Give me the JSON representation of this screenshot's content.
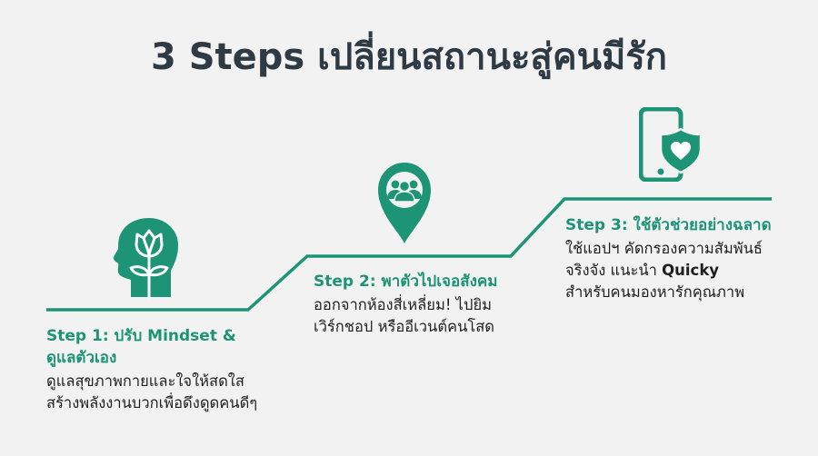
{
  "title": "3 Steps เปลี่ยนสถานะสู่คนมีรัก",
  "colors": {
    "accent": "#1e9477",
    "title": "#2e3a44",
    "text": "#1e1e1e",
    "background": "#f2f2f2"
  },
  "steps": [
    {
      "icon": "head-with-flower-icon",
      "title_line1": "Step 1: ปรับ Mindset &",
      "title_line2": "ดูแลตัวเอง",
      "desc_line1": "ดูแลสุขภาพกายและใจให้สดใส",
      "desc_line2": "สร้างพลังงานบวกเพื่อดึงดูดคนดีๆ"
    },
    {
      "icon": "location-pin-people-icon",
      "title_line1": "Step 2: พาตัวไปเจอสังคม",
      "desc_line1": "ออกจากห้องสี่เหลี่ยม! ไปยิม",
      "desc_line2": "เวิร์กชอป หรืออีเวนต์คนโสด"
    },
    {
      "icon": "phone-shield-heart-icon",
      "title_line1": "Step 3: ใช้ตัวช่วยอย่างฉลาด",
      "desc_line1": "ใช้แอปฯ คัดกรองความสัมพันธ์",
      "desc_line2_prefix": "จริงจัง แนะนำ ",
      "desc_line2_bold": "Quicky",
      "desc_line3": "สำหรับคนมองหารักคุณภาพ"
    }
  ]
}
